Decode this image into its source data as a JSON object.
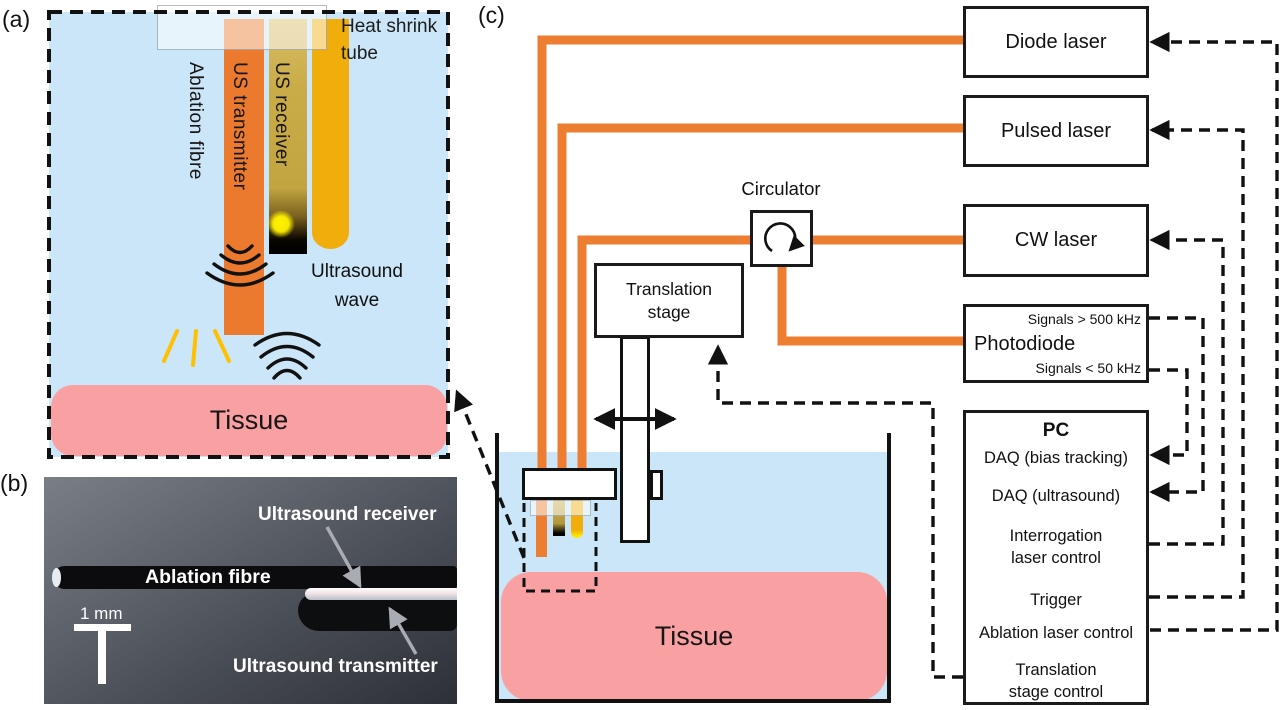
{
  "panel_labels": {
    "a": "(a)",
    "b": "(b)",
    "c": "(c)"
  },
  "panel_a": {
    "heat_shrink": {
      "line1": "Heat shrink",
      "line2": "tube"
    },
    "bars": {
      "ablation": "Ablation fibre",
      "transmitter": "US transmitter",
      "receiver": "US receiver"
    },
    "wave_label": {
      "line1": "Ultrasound",
      "line2": "wave"
    },
    "tissue_label": "Tissue"
  },
  "panel_b": {
    "receiver_label": "Ultrasound receiver",
    "fibre_label": "Ablation fibre",
    "transmitter_label": "Ultrasound transmitter",
    "scale_label": "1 mm"
  },
  "panel_c": {
    "diode_laser": "Diode laser",
    "pulsed_laser": "Pulsed laser",
    "cw_laser": "CW laser",
    "photodiode": "Photodiode",
    "signals_high": "Signals > 500 kHz",
    "signals_low": "Signals < 50 kHz",
    "circulator": "Circulator",
    "translation_stage": {
      "line1": "Translation",
      "line2": "stage"
    },
    "tissue_label": "Tissue",
    "pc": {
      "title": "PC",
      "rows": [
        {
          "l1": "DAQ (bias tracking)"
        },
        {
          "l1": "DAQ (ultrasound)"
        },
        {
          "l1": "Interrogation",
          "l2": "laser control"
        },
        {
          "l1": "Trigger"
        },
        {
          "l1": "Ablation laser control"
        },
        {
          "l1": "Translation",
          "l2": "stage control"
        }
      ]
    }
  },
  "colors": {
    "orange": "#ED7D31",
    "light_blue": "#CBE6F8",
    "pink": "#F9A0A2",
    "amber": "#F0AD0B",
    "glow_yellow": "#FFF200",
    "ray_yellow": "#FFC000",
    "arrow_gray": "#A9ADB3",
    "line_black": "#111111"
  }
}
